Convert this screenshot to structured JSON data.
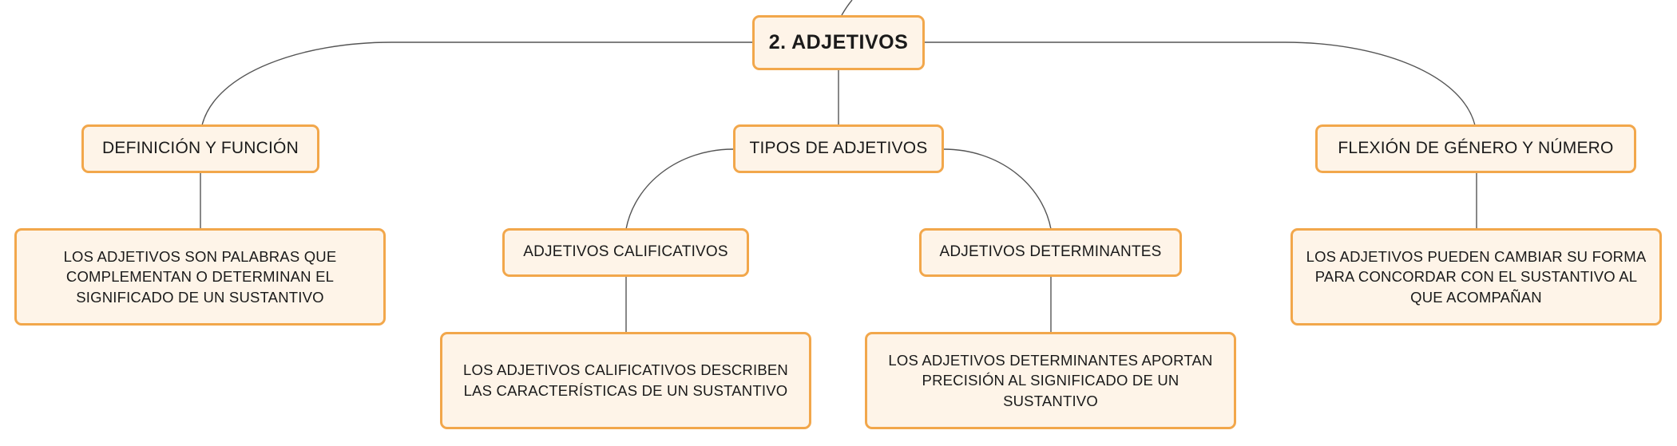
{
  "root": {
    "label": "2. ADJETIVOS"
  },
  "branches": {
    "definicion": {
      "label": "DEFINICIÓN Y FUNCIÓN",
      "note": "LOS ADJETIVOS SON PALABRAS QUE COMPLEMENTAN O DETERMINAN EL SIGNIFICADO DE UN SUSTANTIVO"
    },
    "tipos": {
      "label": "TIPOS DE ADJETIVOS",
      "calificativos": {
        "label": "ADJETIVOS CALIFICATIVOS",
        "note": "LOS ADJETIVOS CALIFICATIVOS DESCRIBEN LAS CARACTERÍSTICAS DE UN SUSTANTIVO"
      },
      "determinantes": {
        "label": "ADJETIVOS DETERMINANTES",
        "note": "LOS ADJETIVOS DETERMINANTES APORTAN PRECISIÓN AL SIGNIFICADO DE UN SUSTANTIVO"
      }
    },
    "flexion": {
      "label": "FLEXIÓN DE GÉNERO Y NÚMERO",
      "note": "LOS ADJETIVOS PUEDEN CAMBIAR SU FORMA PARA CONCORDAR CON EL SUSTANTIVO AL QUE ACOMPAÑAN"
    }
  },
  "colors": {
    "node_fill": "#fef4e8",
    "node_border": "#f2a74b",
    "connector": "#555555"
  }
}
